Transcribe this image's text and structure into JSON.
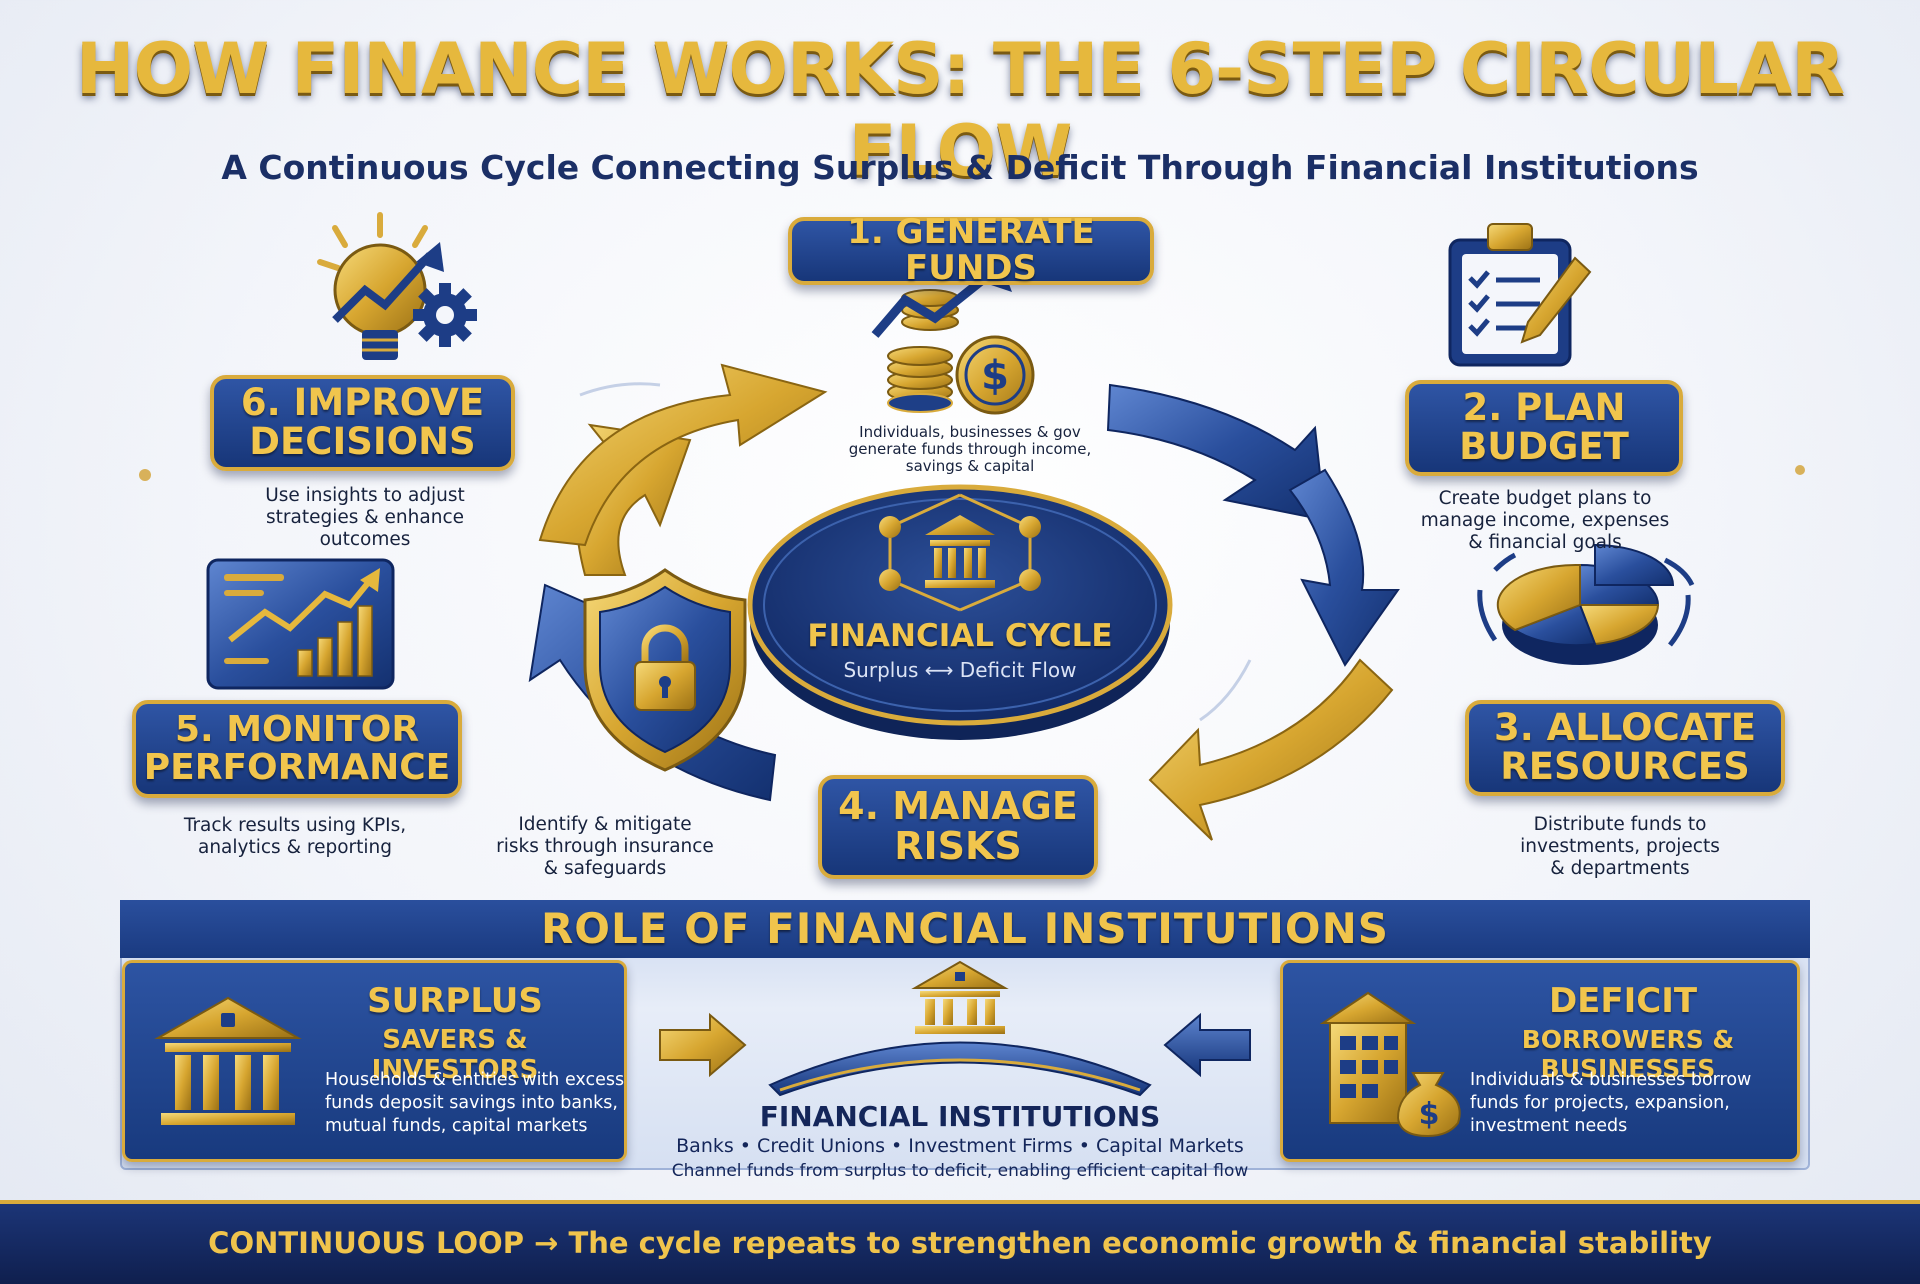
{
  "title": "HOW FINANCE WORKS: THE 6-STEP CIRCULAR FLOW",
  "subtitle": "A Continuous Cycle Connecting Surplus & Deficit Through Financial Institutions",
  "steps": [
    {
      "label_lines": [
        "1. GENERATE FUNDS"
      ],
      "desc_lines": [
        "Individuals, businesses & gov",
        "generate funds through income,",
        "savings & capital"
      ],
      "icon": "coins-dollar-growth-icon"
    },
    {
      "label_lines": [
        "2. PLAN",
        "BUDGET"
      ],
      "desc_lines": [
        "Create budget plans to",
        "manage income, expenses",
        "& financial goals"
      ],
      "icon": "clipboard-checklist-icon"
    },
    {
      "label_lines": [
        "3. ALLOCATE",
        "RESOURCES"
      ],
      "desc_lines": [
        "Distribute funds to",
        "investments, projects",
        "& departments"
      ],
      "icon": "pie-chart-icon"
    },
    {
      "label_lines": [
        "4. MANAGE",
        "RISKS"
      ],
      "desc_lines": [
        "Identify & mitigate",
        "risks through insurance",
        "& safeguards"
      ],
      "icon": "shield-lock-icon"
    },
    {
      "label_lines": [
        "5. MONITOR",
        "PERFORMANCE"
      ],
      "desc_lines": [
        "Track results using KPIs,",
        "analytics & reporting"
      ],
      "icon": "growth-dashboard-icon"
    },
    {
      "label_lines": [
        "6. IMPROVE",
        "DECISIONS"
      ],
      "desc_lines": [
        "Use insights to adjust",
        "strategies & enhance",
        "outcomes"
      ],
      "icon": "lightbulb-gear-icon"
    }
  ],
  "center": {
    "title": "FINANCIAL CYCLE",
    "subtitle": "Surplus ⟷ Deficit Flow",
    "icon": "bank-network-icon"
  },
  "role": {
    "heading": "ROLE OF FINANCIAL INSTITUTIONS",
    "surplus": {
      "title": "SURPLUS",
      "subtitle": "SAVERS & INVESTORS",
      "desc_lines": [
        "Households & entities with excess",
        "funds deposit savings into banks,",
        "mutual funds, capital markets"
      ],
      "icon": "bank-lock-icon"
    },
    "deficit": {
      "title": "DEFICIT",
      "subtitle": "BORROWERS & BUSINESSES",
      "desc_lines": [
        "Individuals & businesses borrow",
        "funds for projects, expansion,",
        "investment needs"
      ],
      "icon": "building-moneybag-icon"
    },
    "institutions": {
      "name": "FINANCIAL INSTITUTIONS",
      "list": "Banks • Credit Unions • Investment Firms • Capital Markets",
      "desc": "Channel funds from surplus to deficit, enabling efficient capital flow",
      "icon": "bank-bridge-icon"
    }
  },
  "footer": "CONTINUOUS LOOP → The cycle repeats to strengthen economic growth & financial stability",
  "colors": {
    "navy": "#1a3a80",
    "gold": "#e6b83d",
    "dark": "#14265a"
  }
}
